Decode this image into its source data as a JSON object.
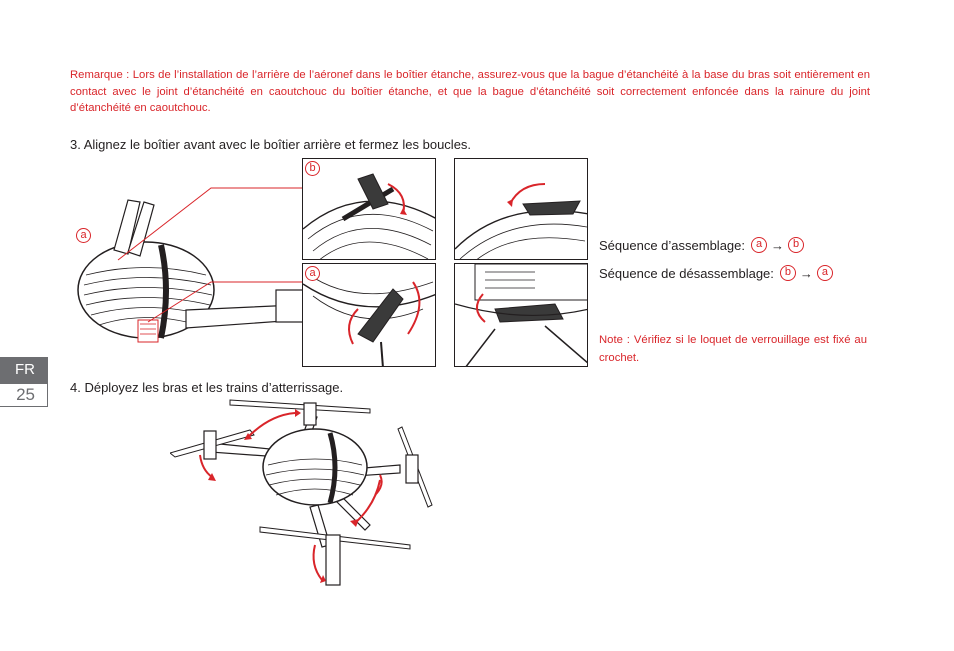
{
  "remark": "Remarque : Lors de l’installation de l’arrière de l’aéronef dans le boîtier étanche, assurez-vous que la bague d’étanchéité à la base du bras soit entièrement en contact avec le joint d’étanchéité en caoutchouc du boîtier étanche, et que la bague d’étanchéité soit correctement enfoncée dans la rainure du joint d’étanchéité en caoutchouc.",
  "step3": "3. Alignez le boîtier avant avec le boîtier arrière et fermez les boucles.",
  "step4": "4. Déployez les bras et les trains d’atterrissage.",
  "sequence": {
    "assembly_label": "Séquence d’assemblage:",
    "disassembly_label": "Séquence de désassemblage:",
    "arrow": "→",
    "a": "a",
    "b": "b"
  },
  "note": "Note : Vérifiez si le loquet de verrouillage est fixé au crochet.",
  "sidebar": {
    "language": "FR",
    "page_number": "25"
  },
  "callouts": {
    "a": "a",
    "b": "b"
  },
  "colors": {
    "accent": "#d9252a",
    "text": "#231f20",
    "tab": "#6d6e71"
  }
}
